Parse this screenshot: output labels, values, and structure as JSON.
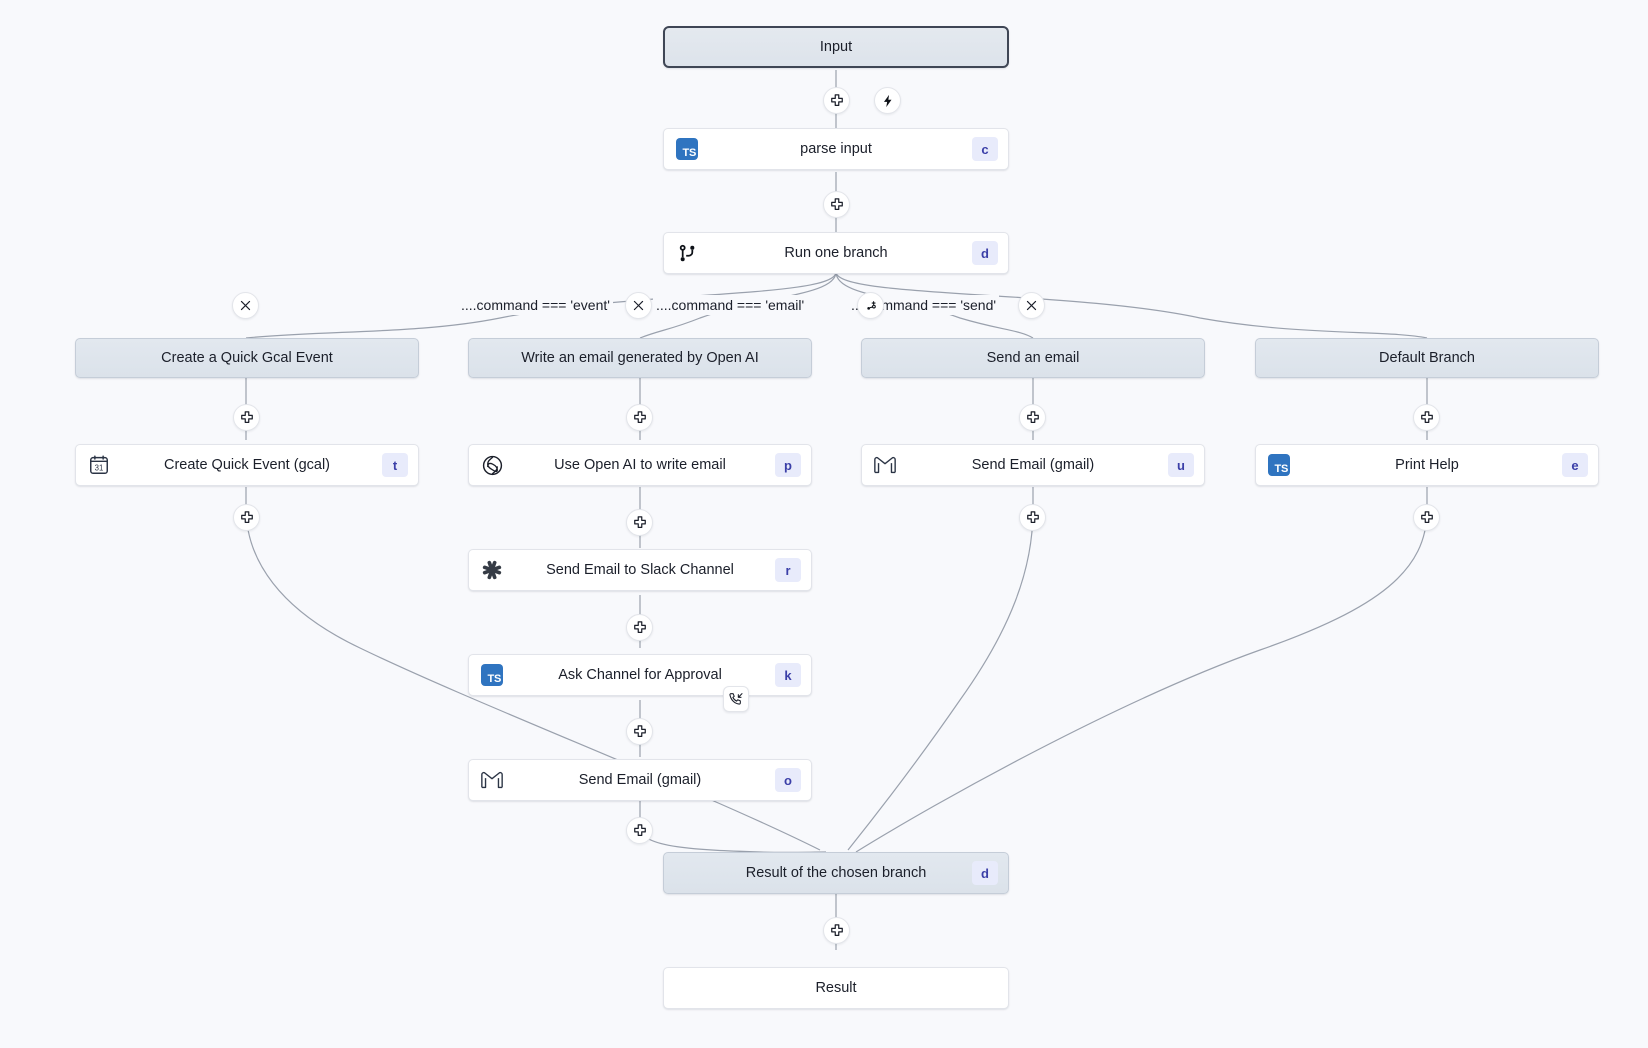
{
  "canvas": {
    "background": "#f8f9fc",
    "accent_key_bg": "#e8ebfb",
    "accent_key_fg": "#3b3fa8",
    "edge_color": "#9aa1ad",
    "boundary_border": "#3f4655"
  },
  "nodes": {
    "input": {
      "label": "Input"
    },
    "parse_input": {
      "label": "parse input",
      "key": "c",
      "icon": "typescript-icon"
    },
    "run_one_branch": {
      "label": "Run one branch",
      "key": "d",
      "icon": "git-branch-icon"
    },
    "result_of_chosen_branch": {
      "label": "Result of the chosen branch",
      "key": "d"
    },
    "result": {
      "label": "Result"
    }
  },
  "branches": [
    {
      "condition": "....command === 'event'",
      "box_label": "Create a Quick Gcal Event",
      "steps": [
        {
          "label": "Create Quick Event (gcal)",
          "key": "t",
          "icon": "google-calendar-icon"
        }
      ]
    },
    {
      "condition": "....command === 'email'",
      "box_label": "Write an email generated by Open AI",
      "steps": [
        {
          "label": "Use Open AI to write email",
          "key": "p",
          "icon": "openai-icon"
        },
        {
          "label": "Send Email to Slack Channel",
          "key": "r",
          "icon": "slack-icon"
        },
        {
          "label": "Ask Channel for Approval",
          "key": "k",
          "icon": "typescript-icon",
          "badge": "approval-callback-icon"
        },
        {
          "label": "Send Email (gmail)",
          "key": "o",
          "icon": "gmail-icon"
        }
      ]
    },
    {
      "condition": "....command === 'send'",
      "box_label": "Send an email",
      "steps": [
        {
          "label": "Send Email (gmail)",
          "key": "u",
          "icon": "gmail-icon"
        }
      ]
    },
    {
      "condition": "",
      "box_label": "Default Branch",
      "steps": [
        {
          "label": "Print Help",
          "key": "e",
          "icon": "typescript-icon"
        }
      ]
    }
  ],
  "buttons": {
    "add_step": "add-step-icon",
    "trigger": "lightning-icon",
    "remove_branch": "close-icon",
    "insert_branch": "insert-node-icon"
  }
}
